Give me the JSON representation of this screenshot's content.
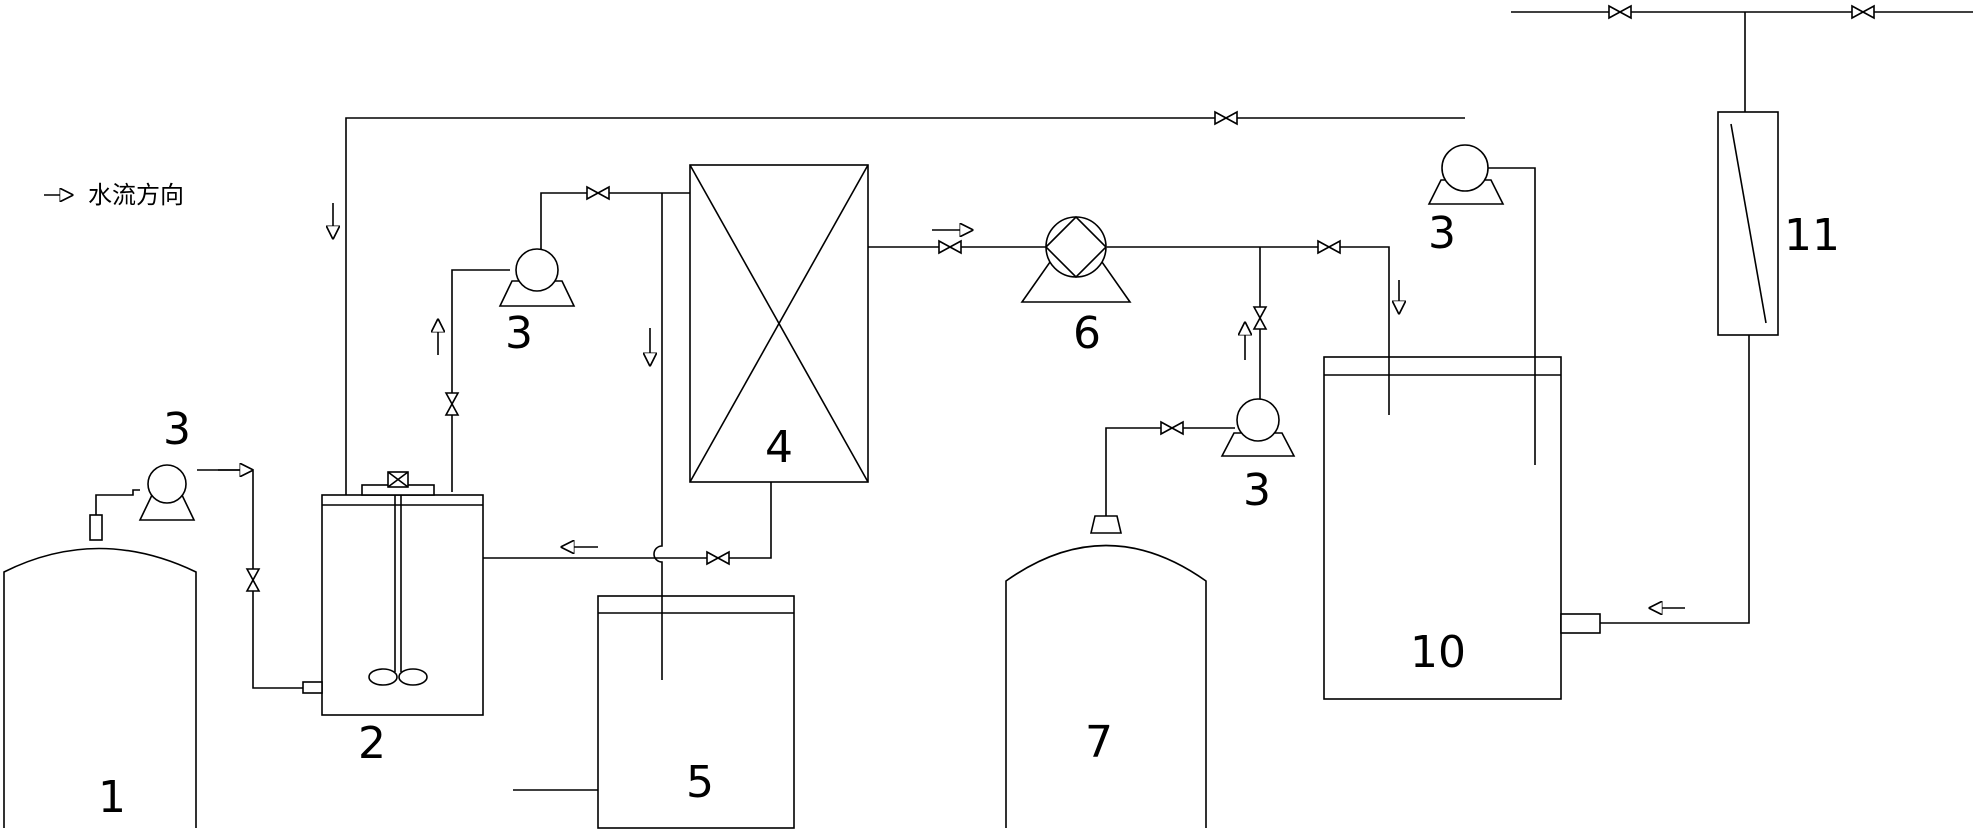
{
  "legend": {
    "text": "水流方向",
    "icon": "arrow-right-icon"
  },
  "labels": {
    "tank1": "1",
    "mixer2": "2",
    "pump3_a": "3",
    "pump3_b": "3",
    "pump3_c": "3",
    "pump3_d": "3",
    "exchanger4": "4",
    "tank5": "5",
    "pump6": "6",
    "tank7": "7",
    "tank10": "10",
    "column11": "11"
  },
  "colors": {
    "line": "#000000",
    "background": "#ffffff"
  }
}
